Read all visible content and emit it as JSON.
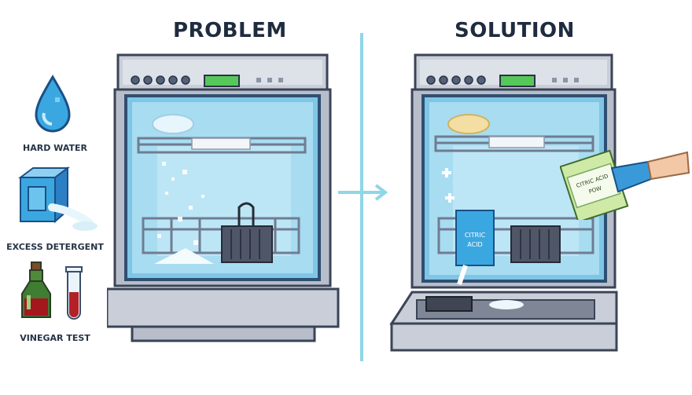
{
  "problem": {
    "title": "PROBLEM",
    "causes": [
      {
        "label": "HARD WATER",
        "icon": "water-drop-icon"
      },
      {
        "label": "EXCESS DETERGENT",
        "icon": "detergent-box-icon"
      },
      {
        "label": "VINEGAR TEST",
        "icon": "vinegar-bottle-icon"
      }
    ]
  },
  "solution": {
    "title": "SOLUTION",
    "box_label_line1": "CITRIC",
    "box_label_line2": "ACID",
    "packet_label_line1": "CITRIC ACID",
    "packet_label_line2": "POW"
  },
  "colors": {
    "title": "#1f2c3f",
    "divider": "#8fd6e8",
    "steel": "#c9ced8",
    "water": "#9dd8f0",
    "display": "#56c85a",
    "arrow": "#8fd6e8"
  }
}
